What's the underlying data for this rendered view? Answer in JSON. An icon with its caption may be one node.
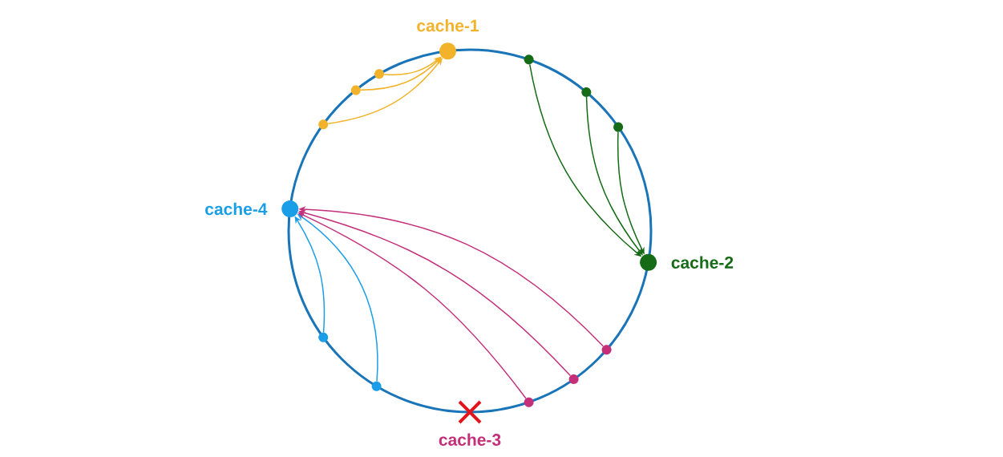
{
  "diagram": {
    "nodes": [
      {
        "text": [
          "cache-1"
        ]
      },
      {
        "text": [],
        "shape": "circle"
      },
      {
        "text": [],
        "shape": "circle"
      },
      {
        "text": [],
        "shape": "circle"
      },
      {
        "text": [],
        "shape": "circle"
      },
      {
        "text": [],
        "shape": "circle"
      },
      {
        "text": [],
        "shape": "circle"
      },
      {
        "text": [
          "cache-2"
        ]
      },
      {
        "text": [
          "cache-4"
        ]
      },
      {
        "text": [],
        "shape": "circle"
      },
      {
        "text": [],
        "shape": "circle"
      },
      {
        "text": [
          "cache-3"
        ]
      },
      {
        "text": [],
        "shape": "circle"
      },
      {
        "text": [],
        "shape": "circle"
      },
      {
        "text": [],
        "shape": "circle"
      }
    ],
    "edges": [
      {
        "from": 1,
        "to": 0,
        "arrow": "to",
        "color": "#f2b32a"
      },
      {
        "from": 2,
        "to": 0,
        "arrow": "to",
        "color": "#f2b32a"
      },
      {
        "from": 3,
        "to": 0,
        "arrow": "to",
        "color": "#f2b32a"
      },
      {
        "from": 4,
        "to": 7,
        "arrow": "to",
        "color": "#156b16"
      },
      {
        "from": 5,
        "to": 7,
        "arrow": "to",
        "color": "#156b16"
      },
      {
        "from": 6,
        "to": 7,
        "arrow": "to",
        "color": "#156b16"
      },
      {
        "from": 9,
        "to": 8,
        "arrow": "to",
        "color": "#1b9ee8"
      },
      {
        "from": 10,
        "to": 8,
        "arrow": "to",
        "color": "#1b9ee8"
      },
      {
        "from": 12,
        "to": 8,
        "arrow": "to",
        "color": "#c42f7a"
      },
      {
        "from": 13,
        "to": 8,
        "arrow": "to",
        "color": "#c42f7a"
      },
      {
        "from": 14,
        "to": 8,
        "arrow": "to",
        "color": "#c42f7a"
      }
    ]
  }
}
